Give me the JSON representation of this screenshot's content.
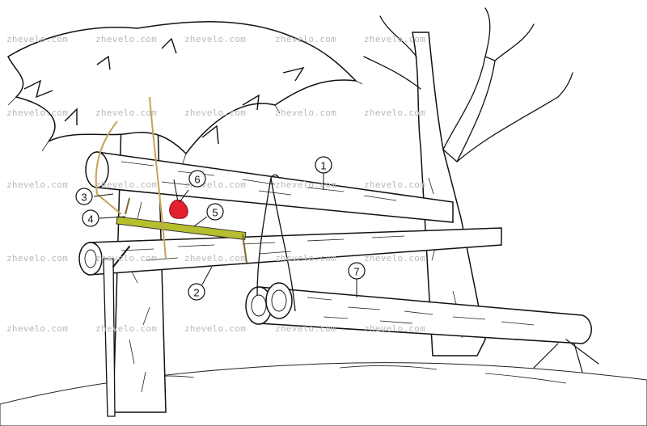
{
  "watermark": "zhevelo.com",
  "callouts": [
    "1",
    "2",
    "3",
    "4",
    "5",
    "6",
    "7"
  ],
  "colors": {
    "plank": "#b7bf2e",
    "bait": "#e3212e",
    "rope": "#c8a25a",
    "ink": "#111111",
    "snow_shade": "#e9ecef"
  }
}
